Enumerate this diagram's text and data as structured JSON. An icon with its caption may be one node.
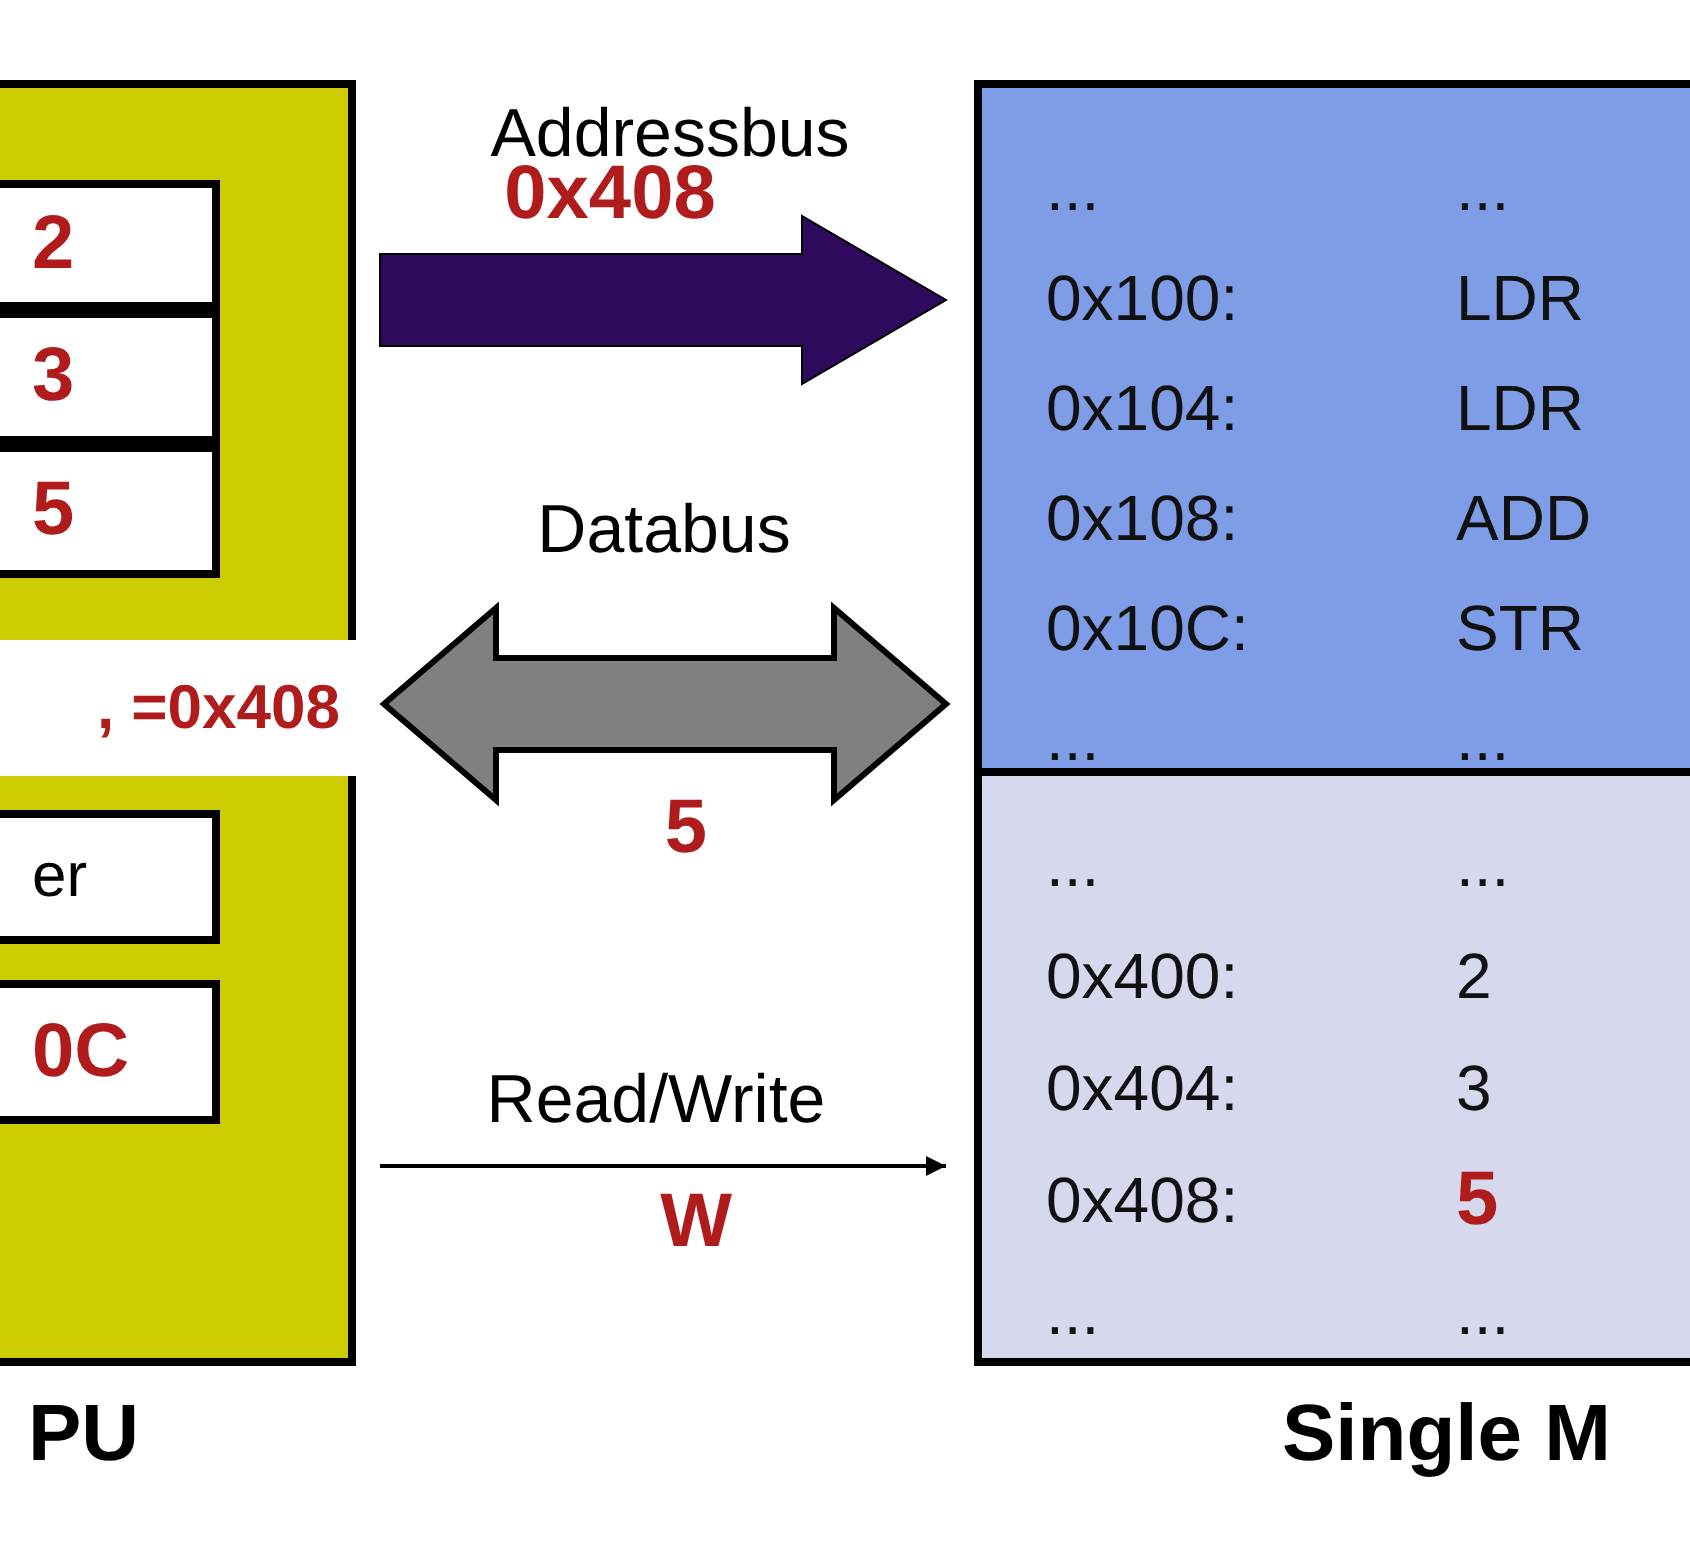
{
  "diagram": {
    "nodes": [
      {
        "text": [
          "PU"
        ]
      },
      {
        "text": [
          "2"
        ],
        "in": 0
      },
      {
        "text": [
          "3"
        ],
        "in": 0
      },
      {
        "text": [
          "5"
        ],
        "in": 0
      },
      {
        "text": [
          ", =0x408"
        ],
        "in": 0
      },
      {
        "text": [
          "er"
        ],
        "in": 0
      },
      {
        "text": [
          "0C"
        ],
        "in": 0
      },
      {
        "text": [
          "Single M"
        ]
      },
      {
        "text": [
          "...",
          "...",
          "0x100:",
          "LDR",
          "0x104:",
          "LDR",
          "0x108:",
          "ADD",
          "0x10C:",
          "STR",
          "...",
          "..."
        ],
        "in": 7
      },
      {
        "text": [
          "...",
          "...",
          "0x400:",
          "2",
          "0x404:",
          "3",
          "0x408:",
          "**5**",
          "...",
          "..."
        ],
        "in": 7
      }
    ],
    "edges": [
      {
        "from": 0,
        "to": 7,
        "arrow": "to",
        "label": "Addressbus",
        "style": "thick",
        "color": "#2e0a5c"
      },
      {
        "from": 4,
        "to": 7,
        "arrow": "both",
        "label": "Databus",
        "style": "thick",
        "color": "#808080"
      },
      {
        "from": 0,
        "to": 7,
        "arrow": "to",
        "label": "Read/Write"
      }
    ],
    "labels": [
      "0x408",
      "5",
      "W"
    ]
  }
}
